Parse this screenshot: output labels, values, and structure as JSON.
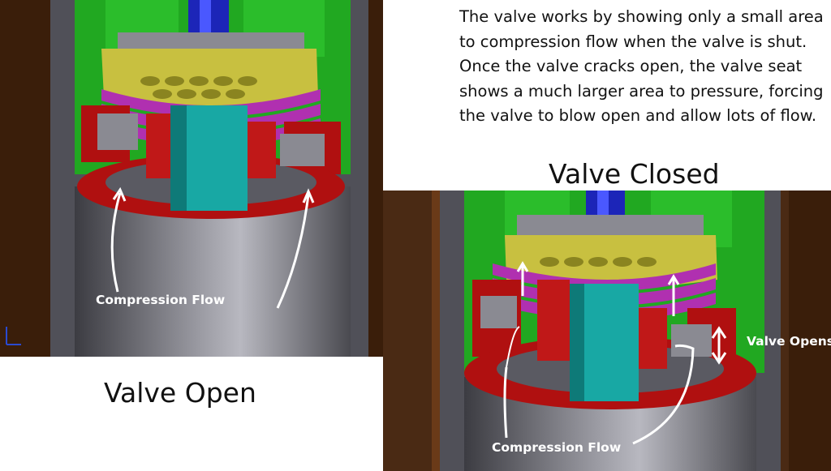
{
  "description": "The valve works by showing only a small area to compression flow when the valve is shut.  Once the valve cracks open, the valve seat shows a much larger area to pressure, forcing the valve to blow open and allow lots of flow.",
  "captions": {
    "closed": "Valve Closed",
    "open": "Valve Open"
  },
  "left_panel": {
    "flow_label": "Compression Flow"
  },
  "right_panel": {
    "flow_label": "Compression Flow",
    "opens_label": "Valve Opens"
  },
  "colors": {
    "shaft": "#1c25b8",
    "piston": "#18a8a4",
    "seat": "#b01010",
    "shims": "#b030b0",
    "retainer": "#c8c040",
    "housing": "#21a821",
    "body": "#5a5a60",
    "outer": "#4a2a14"
  }
}
